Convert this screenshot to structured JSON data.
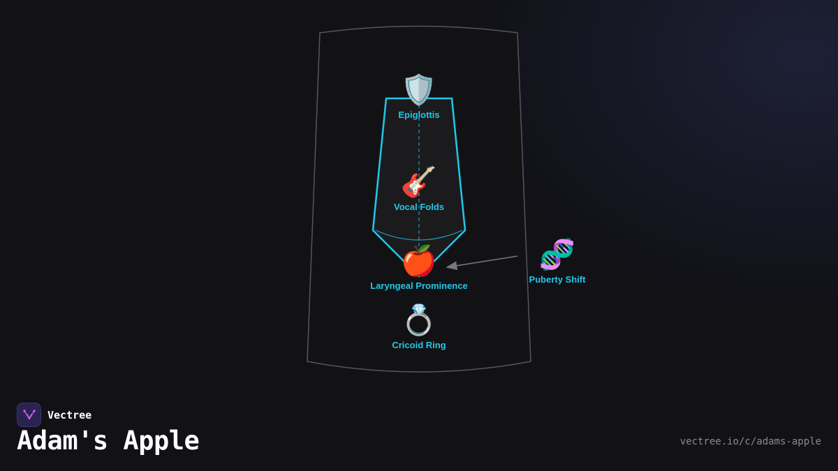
{
  "colors": {
    "background": "#111116",
    "accent": "#22c8e8",
    "outline": "#555560",
    "arrow": "#777780"
  },
  "diagram": {
    "nodes": [
      {
        "id": "epiglottis",
        "label": "Epiglottis",
        "icon": "shield-icon",
        "glyph": "🛡️"
      },
      {
        "id": "vocal-folds",
        "label": "Vocal Folds",
        "icon": "guitar-icon",
        "glyph": "🎸"
      },
      {
        "id": "laryngeal-prominence",
        "label": "Laryngeal Prominence",
        "icon": "apple-icon",
        "glyph": "🍎"
      },
      {
        "id": "cricoid-ring",
        "label": "Cricoid Ring",
        "icon": "ring-icon",
        "glyph": "💍"
      },
      {
        "id": "puberty-shift",
        "label": "Puberty Shift",
        "icon": "dna-icon",
        "glyph": "🧬"
      }
    ],
    "edges": [
      {
        "from": "puberty-shift",
        "to": "laryngeal-prominence"
      }
    ]
  },
  "footer": {
    "brand_name": "Vectree",
    "title": "Adam's Apple",
    "url": "vectree.io/c/adams-apple"
  }
}
